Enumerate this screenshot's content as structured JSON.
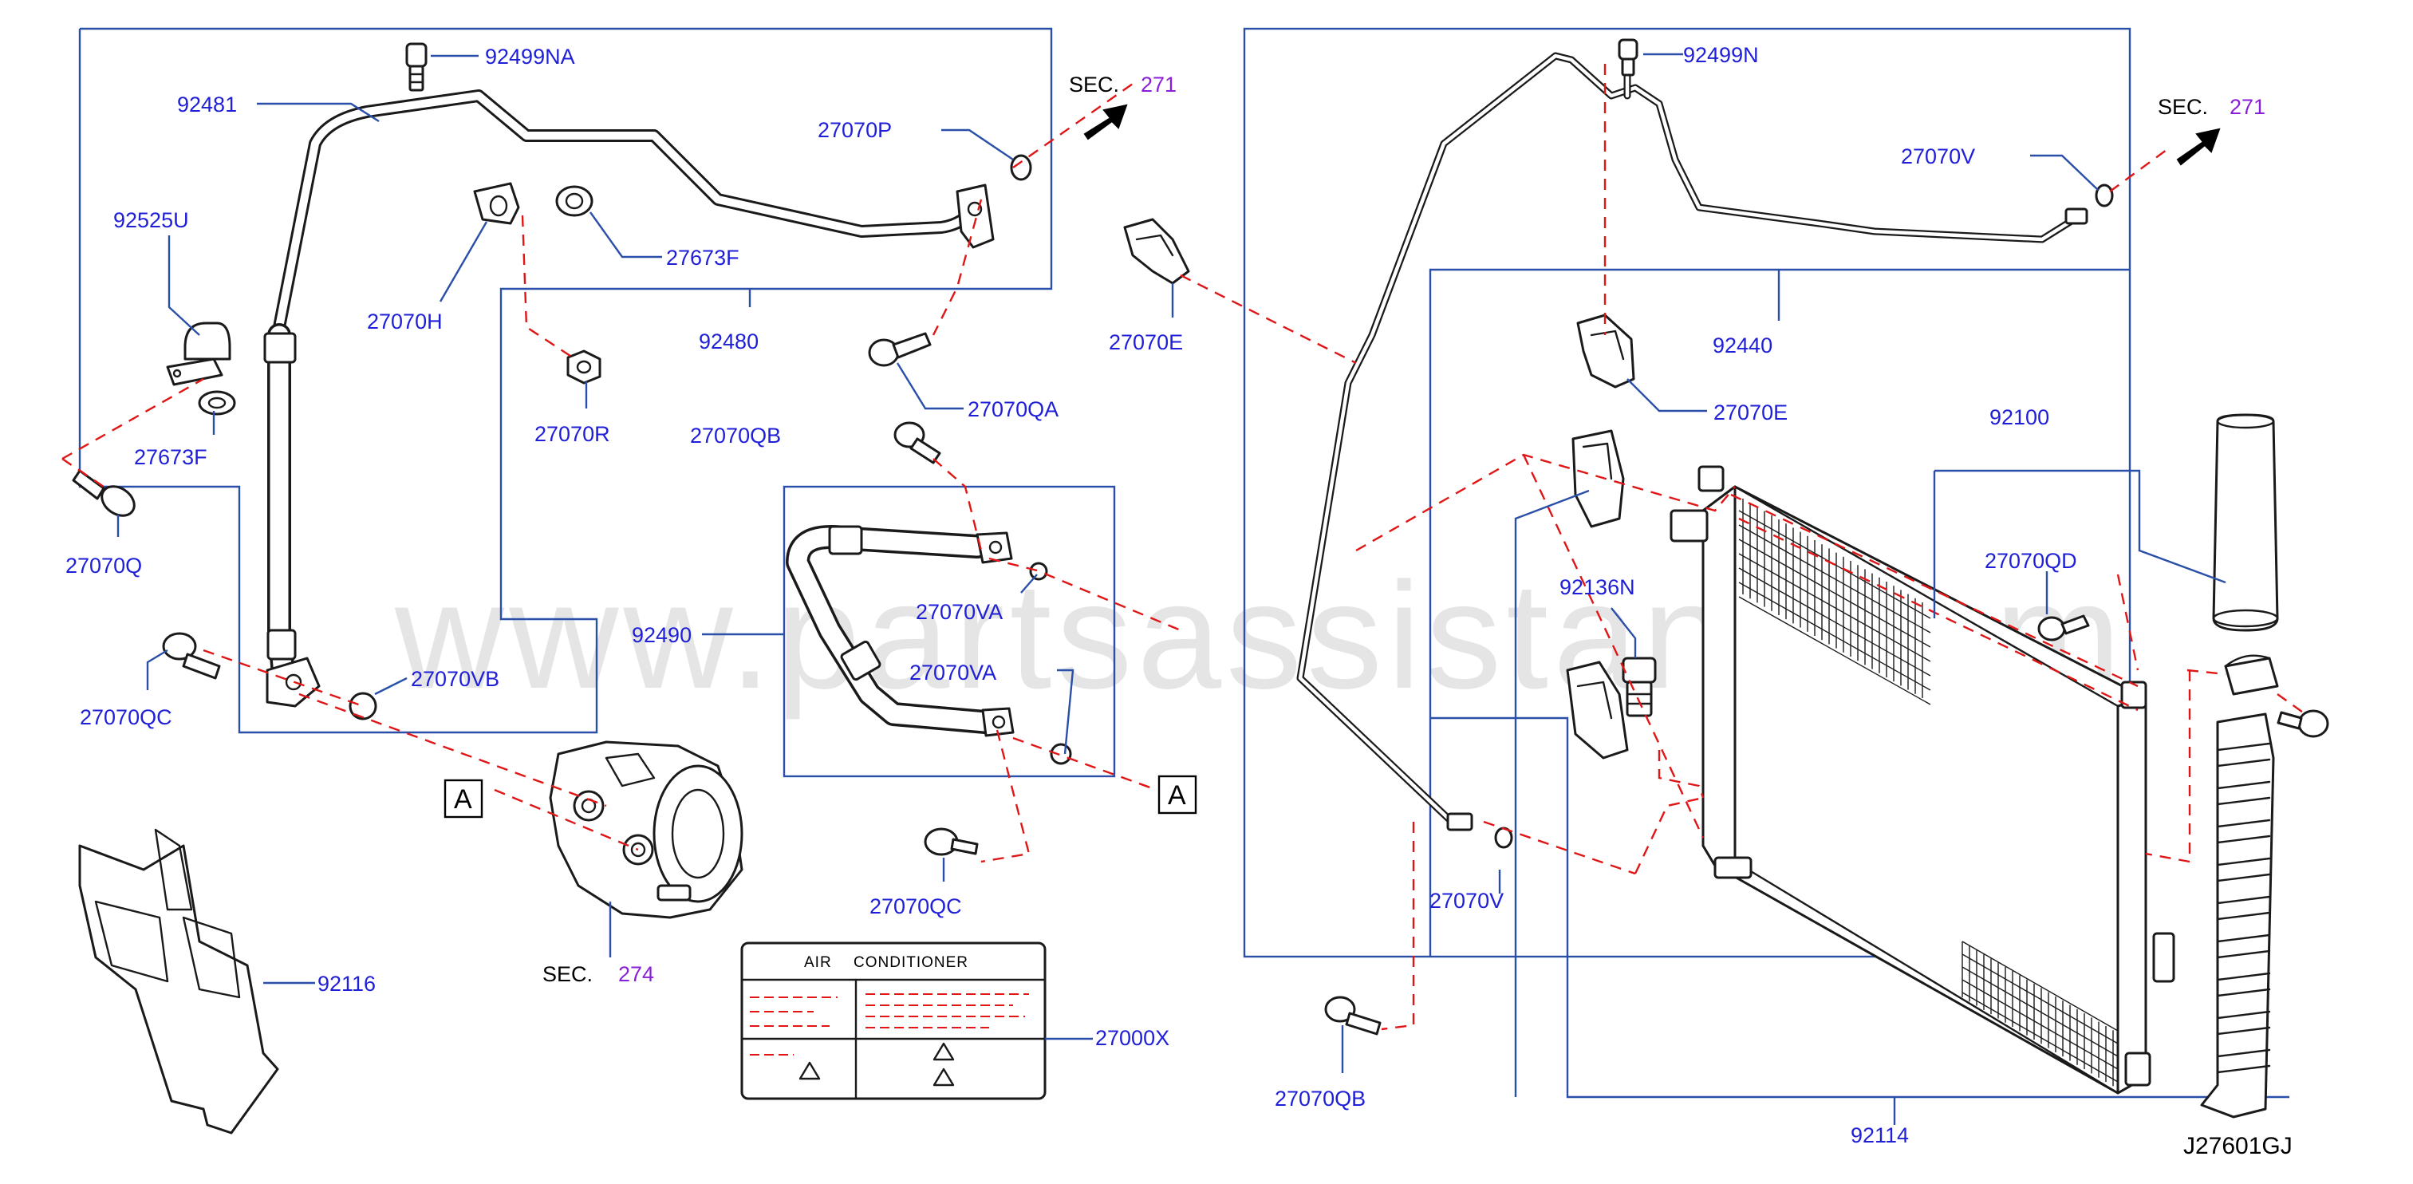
{
  "watermark": "www.partsassistant.com",
  "diagram_code": "J27601GJ",
  "sections": {
    "prefix": "SEC.",
    "left_arrow": "271",
    "right_arrow": "271",
    "compressor": "274"
  },
  "ref_marks": {
    "left": "A",
    "right": "A"
  },
  "part_labels": {
    "p92499NA": "92499NA",
    "p92481": "92481",
    "p27070P": "27070P",
    "p92525U": "92525U",
    "p27673F_a": "27673F",
    "p27070H": "27070H",
    "p92480": "92480",
    "p27070QA": "27070QA",
    "p27673F_b": "27673F",
    "p27070R": "27070R",
    "p27070QB_a": "27070QB",
    "p27070Q": "27070Q",
    "p92490": "92490",
    "p27070VA_a": "27070VA",
    "p27070VA_b": "27070VA",
    "p27070QC_a": "27070QC",
    "p27070VB": "27070VB",
    "p27070QC_b": "27070QC",
    "p92116": "92116",
    "p27000X": "27000X",
    "p27070E_a": "27070E",
    "p92499N": "92499N",
    "p27070V_a": "27070V",
    "p92440": "92440",
    "p27070E_b": "27070E",
    "p92100": "92100",
    "p27070QD": "27070QD",
    "p92136N": "92136N",
    "p27070V_b": "27070V",
    "p27070QB_b": "27070QB",
    "p92114": "92114"
  },
  "ac_label": {
    "title_left": "AIR",
    "title_right": "CONDITIONER"
  }
}
